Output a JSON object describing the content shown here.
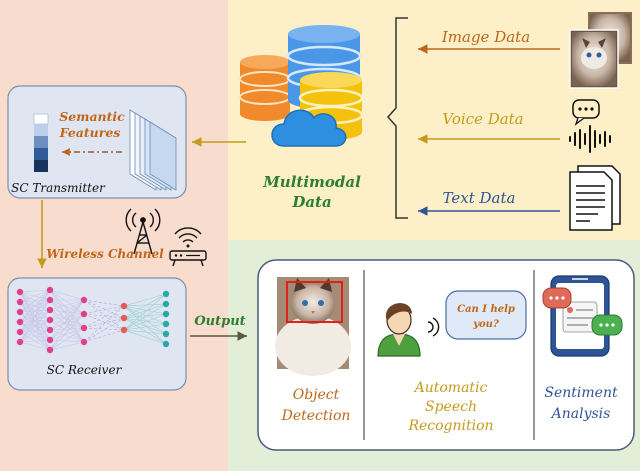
{
  "colors": {
    "left_panel": "#f8dccd",
    "top_right_panel": "#fdf0c8",
    "bottom_right_panel": "#e2eed8",
    "transmitter_fill": "#dfe6f2",
    "receiver_fill": "#dfe6f2",
    "orange_text": "#c0661a",
    "gold_arrow": "#c49b1d",
    "blue_text": "#2f5496",
    "green_text": "#2e7d32",
    "dark_text": "#111111",
    "db_blue": "#4a97e8",
    "db_orange": "#f08a2a",
    "db_yellow": "#f4c20d",
    "cloud_blue": "#2e8fe0",
    "detect_box": "#e0201b"
  },
  "left": {
    "transmitter": {
      "title": "SC Transmitter",
      "semantic_line1": "Semantic",
      "semantic_line2": "Features"
    },
    "wireless_channel": "Wireless Channel",
    "receiver": {
      "title": "SC Receiver"
    }
  },
  "top": {
    "multimodal_line1": "Multimodal",
    "multimodal_line2": "Data",
    "image_data": "Image Data",
    "voice_data": "Voice Data",
    "text_data": "Text Data"
  },
  "output_label": "Output",
  "tasks": {
    "object_detection_line1": "Object",
    "object_detection_line2": "Detection",
    "asr_line1": "Automatic",
    "asr_line2": "Speech",
    "asr_line3": "Recognition",
    "speech_bubble_line1": "Can I help",
    "speech_bubble_line2": "you?",
    "sentiment_line1": "Sentiment",
    "sentiment_line2": "Analysis"
  }
}
